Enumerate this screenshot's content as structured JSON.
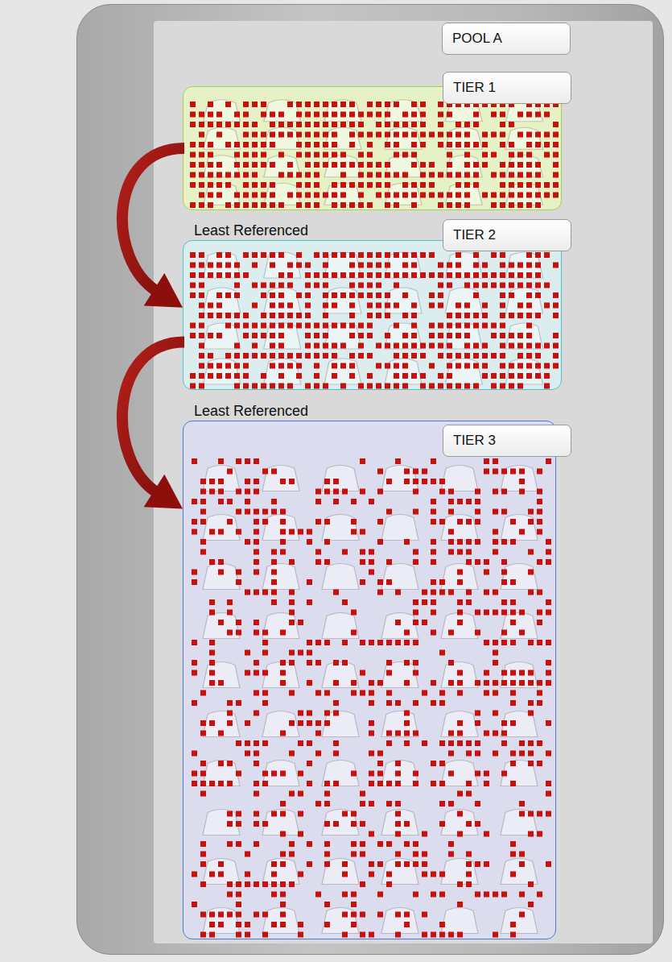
{
  "diagram": {
    "nodes": [
      {
        "text": [
          "POOL A"
        ]
      },
      {
        "text": [
          "TIER 1"
        ],
        "in": 0
      },
      {
        "text": [
          "TIER 2"
        ],
        "in": 0
      },
      {
        "text": [
          "TIER 3"
        ],
        "in": 0
      }
    ],
    "edges": [
      {
        "from": 1,
        "to": 2,
        "arrow": "to",
        "label": "Least Referenced"
      },
      {
        "from": 2,
        "to": 3,
        "arrow": "to",
        "label": "Least Referenced"
      }
    ]
  }
}
